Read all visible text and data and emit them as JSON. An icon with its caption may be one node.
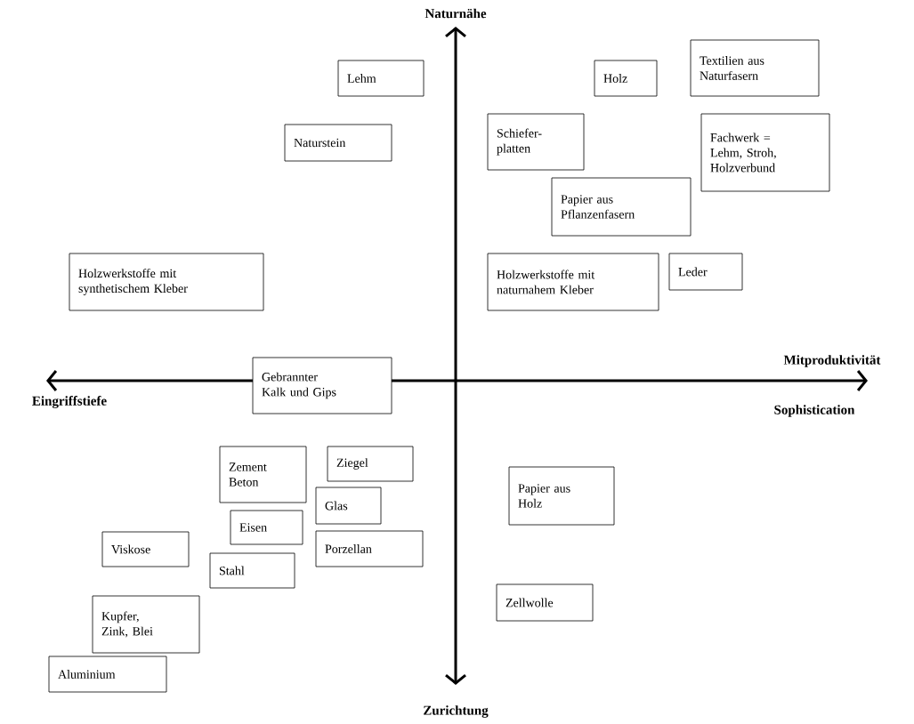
{
  "diagram": {
    "nodes": [
      {
        "text": [
          "Lehm"
        ]
      },
      {
        "text": [
          "Holz"
        ]
      },
      {
        "text": [
          "Textilien aus Naturfasern"
        ]
      },
      {
        "text": [
          "Naturstein"
        ]
      },
      {
        "text": [
          "Schiefer- platten"
        ]
      },
      {
        "text": [
          "Fachwerk = Lehm, Stroh, Holzverbund"
        ]
      },
      {
        "text": [
          "Papier aus Pflanzenfasern"
        ]
      },
      {
        "text": [
          "Holzwerkstoffe mit synthetischem Kleber"
        ]
      },
      {
        "text": [
          "Holzwerkstoffe mit naturnahem Kleber"
        ]
      },
      {
        "text": [
          "Leder"
        ]
      },
      {
        "text": [
          "Gebrannter Kalk und Gips"
        ]
      },
      {
        "text": [
          "Zement Beton"
        ]
      },
      {
        "text": [
          "Ziegel"
        ]
      },
      {
        "text": [
          "Glas"
        ]
      },
      {
        "text": [
          "Papier aus Holz"
        ]
      },
      {
        "text": [
          "Eisen"
        ]
      },
      {
        "text": [
          "Viskose"
        ]
      },
      {
        "text": [
          "Porzellan"
        ]
      },
      {
        "text": [
          "Stahl"
        ]
      },
      {
        "text": [
          "Zellwolle"
        ]
      },
      {
        "text": [
          "Kupfer, Zink, Blei"
        ]
      },
      {
        "text": [
          "Aluminium"
        ]
      }
    ],
    "labels": [
      "Naturnähe",
      "Mitproduktivität",
      "Eingriffstiefe",
      "Sophistication",
      "Zurichtung"
    ]
  }
}
